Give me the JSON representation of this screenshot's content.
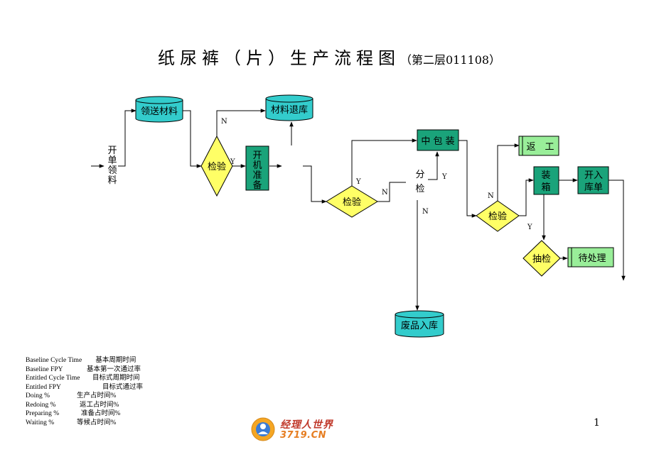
{
  "title": {
    "main": "纸尿裤（片）生产流程图",
    "sub": "（第二层011108）"
  },
  "nodes": {
    "start_label": [
      "开",
      "单",
      "领",
      "料"
    ],
    "receive_material": "领送材料",
    "return_material": "材料退库",
    "inspect_1": "检验",
    "machine_prep": [
      "开",
      "机",
      "准",
      "备"
    ],
    "inspect_2": "检验",
    "middle_pack": "中 包 装",
    "sort": [
      "分",
      "检"
    ],
    "scrap_storage": "废品入库",
    "rework": "返　工",
    "inspect_3": "检验",
    "boxing": [
      "装",
      "箱"
    ],
    "warehouse_form": [
      "开入",
      "库单"
    ],
    "spot_check": "抽检",
    "pending": "待处理"
  },
  "edge_labels": {
    "n1": "N",
    "y1": "Y",
    "y2": "Y",
    "n2": "N",
    "y3": "Y",
    "n3": "N",
    "n4": "N",
    "y4": "Y"
  },
  "legend": [
    {
      "en": "Baseline Cycle Time",
      "cn": "基本周期时间"
    },
    {
      "en": "Baseline FPY",
      "cn": "基本第一次通过率"
    },
    {
      "en": "Entitled Cycle Time",
      "cn": "目标式周期时间"
    },
    {
      "en": "Entitled FPY",
      "cn": "目标式通过率"
    },
    {
      "en": "Doing %",
      "cn": "生产占时间%"
    },
    {
      "en": "Redoing %",
      "cn": "返工占时间%"
    },
    {
      "en": "Preparing %",
      "cn": "准备占时间%"
    },
    {
      "en": "Waiting %",
      "cn": "等候占时间%"
    }
  ],
  "page_number": "1",
  "logo": {
    "line1": "经理人世界",
    "line2": "3719.CN"
  },
  "colors": {
    "cylinder": "#33cccc",
    "process": "#1aa37a",
    "decision": "#ffff66",
    "rework_box": "#99ee99"
  }
}
